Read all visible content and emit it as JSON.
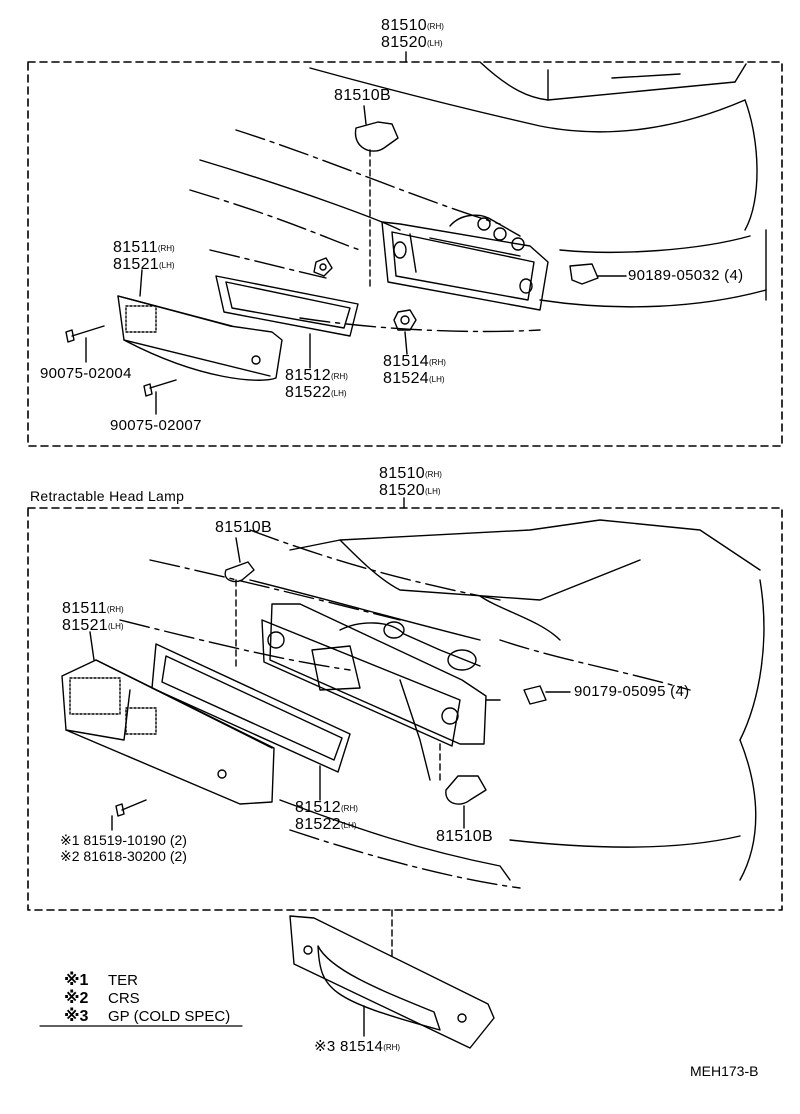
{
  "top_group": {
    "assembly": {
      "code_rh": "81510",
      "sfx_rh": "(RH)",
      "code_lh": "81520",
      "sfx_lh": "(LH)"
    },
    "bulb": "81510B",
    "lens": {
      "code_rh": "81511",
      "sfx_rh": "(RH)",
      "code_lh": "81521",
      "sfx_lh": "(LH)"
    },
    "gasket": {
      "code_rh": "81512",
      "sfx_rh": "(RH)",
      "code_lh": "81522",
      "sfx_lh": "(LH)"
    },
    "socket": {
      "code_rh": "81514",
      "sfx_rh": "(RH)",
      "code_lh": "81524",
      "sfx_lh": "(LH)"
    },
    "nut": "90189-05032 (4)",
    "screw_a": "90075-02004",
    "screw_b": "90075-02007"
  },
  "bottom_group": {
    "section_title": "Retractable Head Lamp",
    "assembly": {
      "code_rh": "81510",
      "sfx_rh": "(RH)",
      "code_lh": "81520",
      "sfx_lh": "(LH)"
    },
    "bulb_top": "81510B",
    "bulb_bottom": "81510B",
    "lens": {
      "code_rh": "81511",
      "sfx_rh": "(RH)",
      "code_lh": "81521",
      "sfx_lh": "(LH)"
    },
    "gasket": {
      "code_rh": "81512",
      "sfx_rh": "(RH)",
      "code_lh": "81522",
      "sfx_lh": "(LH)"
    },
    "nut": "90179-05095 (4)",
    "screw_1": "※1 81519-10190 (2)",
    "screw_2": "※2 81618-30200 (2)",
    "plate": "※3 81514",
    "plate_sfx": "(RH)"
  },
  "legend": [
    {
      "mark": "※1",
      "text": "TER"
    },
    {
      "mark": "※2",
      "text": "CRS"
    },
    {
      "mark": "※3",
      "text": "GP (COLD SPEC)"
    }
  ],
  "figure_ref": "MEH173-B"
}
